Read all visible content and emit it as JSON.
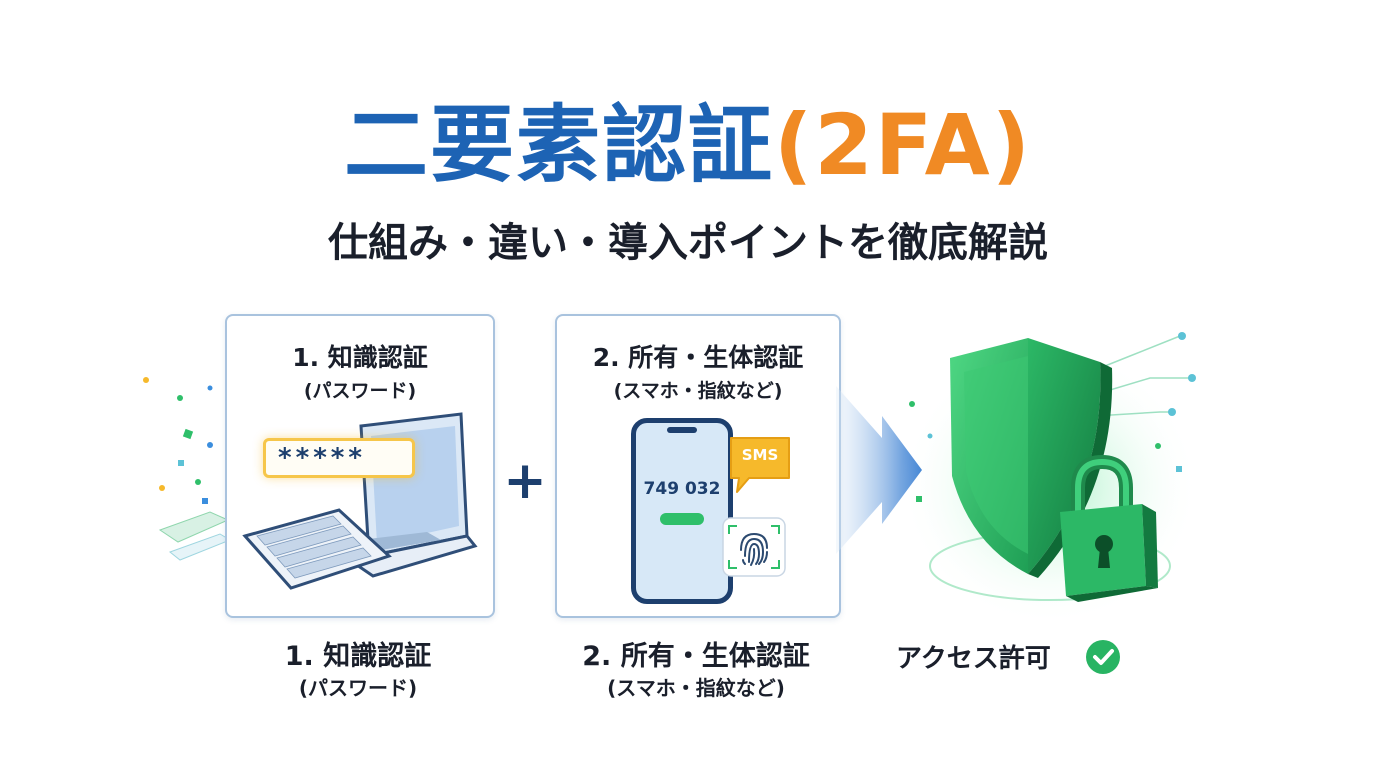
{
  "title": {
    "main": "二要素認証",
    "paren": "(2FA)"
  },
  "subtitle": "仕組み・違い・導入ポイントを徹底解説",
  "factors": [
    {
      "label": "1. 知識認証",
      "sub": "(パスワード)",
      "password_mask": "*****"
    },
    {
      "label": "2. 所有・生体認証",
      "sub": "(スマホ・指紋など)",
      "otp_code": "749 032",
      "sms_label": "SMS"
    }
  ],
  "captions": [
    {
      "label": "1. 知識認証",
      "sub": "(パスワード)"
    },
    {
      "label": "2. 所有・生体認証",
      "sub": "(スマホ・指紋など)"
    }
  ],
  "operator": "+",
  "result": {
    "label": "アクセス許可"
  },
  "colors": {
    "title_blue": "#1d63b4",
    "title_orange": "#f08a24",
    "card_border": "#a9c3de",
    "shield_green": "#2fbf6a",
    "check_green": "#28b463",
    "sms_yellow": "#f6b92b"
  },
  "icons": [
    "laptop-icon",
    "keyboard-icon",
    "smartphone-icon",
    "sms-bubble-icon",
    "fingerprint-icon",
    "arrow-right-icon",
    "shield-icon",
    "padlock-icon",
    "check-circle-icon"
  ]
}
